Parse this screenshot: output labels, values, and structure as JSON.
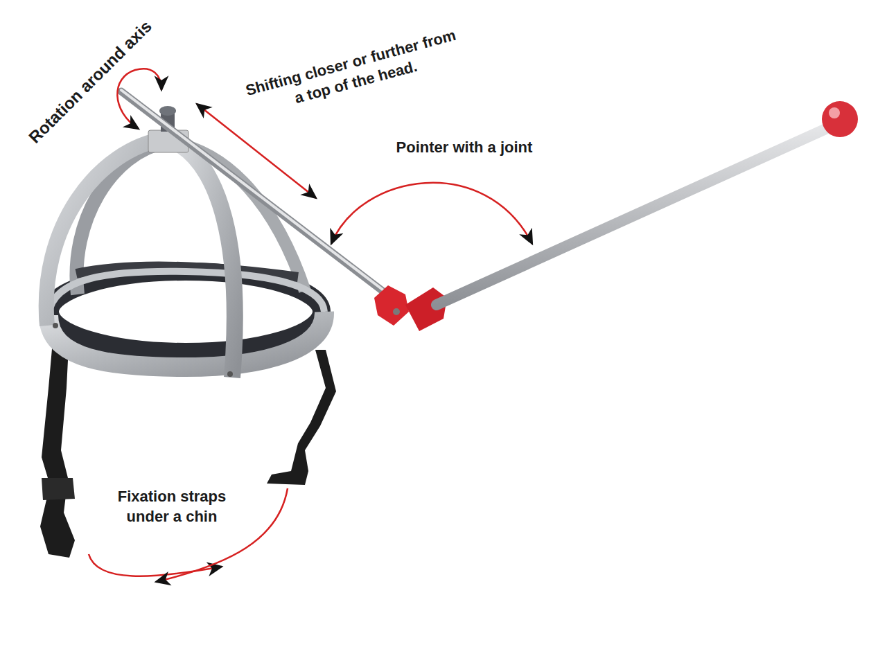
{
  "diagram": {
    "labels": [
      "Rotation around axis",
      "Shifting closer or further from a top of the head.",
      "Pointer with a joint",
      "Fixation straps under a chin"
    ]
  }
}
